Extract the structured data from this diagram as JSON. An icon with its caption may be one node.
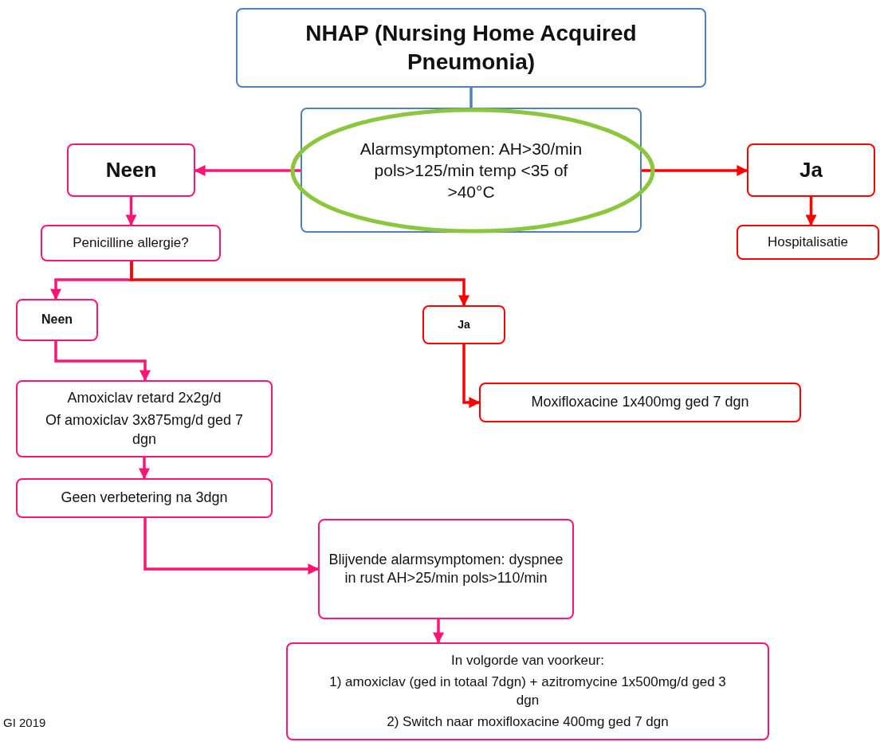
{
  "diagram": {
    "nodes": [
      {
        "text": [
          "NHAP (Nursing Home Acquired Pneumonia)"
        ]
      },
      {
        "text": [
          "Alarmsymptomen: AH>30/min pols>125/min temp <35 of >40°C"
        ]
      },
      {
        "text": [
          "Neen"
        ]
      },
      {
        "text": [
          "Ja"
        ]
      },
      {
        "text": [
          "Penicilline allergie?"
        ]
      },
      {
        "text": [
          "Hospitalisatie"
        ]
      },
      {
        "text": [
          "Neen"
        ]
      },
      {
        "text": [
          "Ja"
        ]
      },
      {
        "text": [
          "Amoxiclav retard 2x2g/d",
          "Of amoxiclav 3x875mg/d ged 7 dgn"
        ]
      },
      {
        "text": [
          "Moxifloxacine 1x400mg ged 7 dgn"
        ]
      },
      {
        "text": [
          "Geen verbetering na 3dgn"
        ]
      },
      {
        "text": [
          "Blijvende alarmsymptomen: dyspnee in rust AH>25/min pols>110/min"
        ]
      },
      {
        "text": [
          "In volgorde van voorkeur:",
          "1) amoxiclav (ged in totaal 7dgn) + azitromycine 1x500mg/d ged 3 dgn",
          "2) Switch naar moxifloxacine 400mg ged 7 dgn"
        ]
      }
    ],
    "edges": [
      {
        "from": 0,
        "to": 1,
        "arrow": "none",
        "color": "#4f81bd"
      },
      {
        "from": 1,
        "to": 2,
        "arrow": "to"
      },
      {
        "from": 1,
        "to": 3,
        "arrow": "to",
        "color": "#ff0000"
      },
      {
        "from": 2,
        "to": 4,
        "arrow": "to"
      },
      {
        "from": 3,
        "to": 5,
        "arrow": "to",
        "color": "#ff0000"
      },
      {
        "from": 4,
        "to": 6,
        "arrow": "to"
      },
      {
        "from": 4,
        "to": 7,
        "arrow": "to",
        "color": "#ff0000"
      },
      {
        "from": 6,
        "to": 8,
        "arrow": "to"
      },
      {
        "from": 7,
        "to": 9,
        "arrow": "to",
        "color": "#ff0000"
      },
      {
        "from": 8,
        "to": 10,
        "arrow": "to"
      },
      {
        "from": 10,
        "to": 11,
        "arrow": "to"
      },
      {
        "from": 11,
        "to": 12,
        "arrow": "to"
      }
    ],
    "labels": [
      "GI 2019"
    ]
  }
}
